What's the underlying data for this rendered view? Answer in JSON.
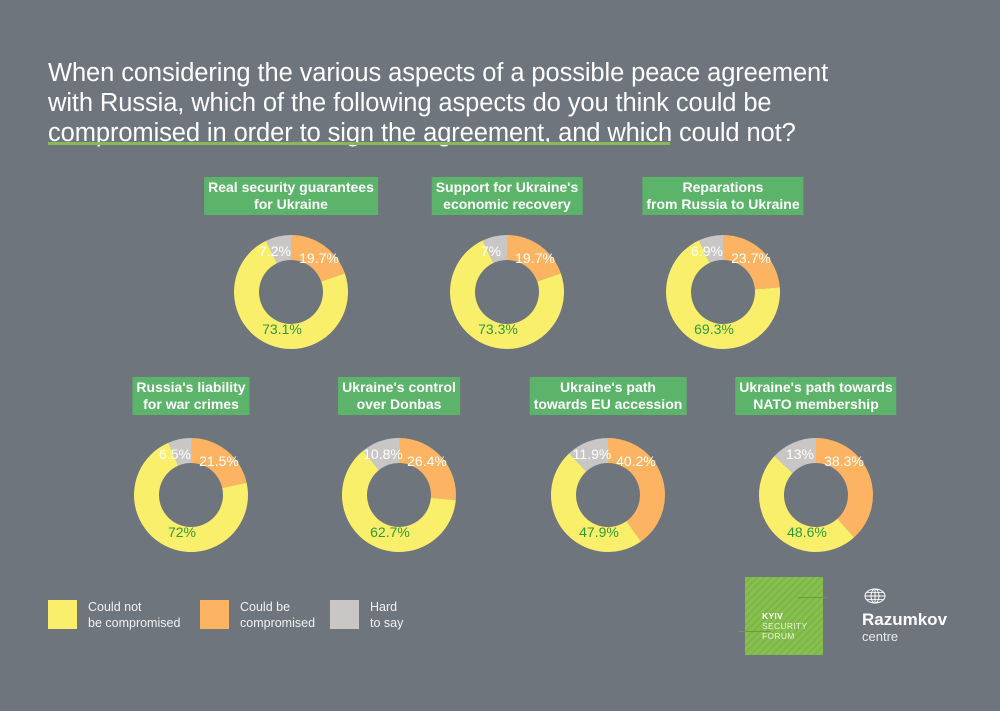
{
  "title": {
    "lines": [
      "When considering the various aspects of a possible peace agreement",
      "with Russia, which of the following aspects do you think could be",
      "compromised in order to sign the agreement, and which could not?"
    ]
  },
  "colors": {
    "background": "#6e757c",
    "could_not": "#f9ef6b",
    "could_be": "#fdb462",
    "hard_to_say": "#c9c6c6",
    "label_box": "#5cb46a",
    "underline": "#8cb85c",
    "green_text": "#2f9a3a"
  },
  "legend": {
    "items": [
      {
        "key": "could_not",
        "lines": [
          "Could not",
          "be compromised"
        ]
      },
      {
        "key": "could_be",
        "lines": [
          "Could be",
          "compromised"
        ]
      },
      {
        "key": "hard_to_say",
        "lines": [
          "Hard",
          "to say"
        ]
      }
    ]
  },
  "logos": {
    "ksf": {
      "lines": [
        "KYIV",
        "SECURITY",
        "FORUM"
      ]
    },
    "razumkov": {
      "name": "Razumkov",
      "sub": "centre"
    }
  },
  "chart_data": {
    "type": "pie",
    "variant": "donut",
    "title": "When considering the various aspects of a possible peace agreement with Russia, which of the following aspects do you think could be compromised in order to sign the agreement, and which could not?",
    "series_names": [
      "Could not be compromised",
      "Could be compromised",
      "Hard to say"
    ],
    "legend_position": "bottom-left",
    "charts": [
      {
        "title": "Real security guarantees for Ukraine",
        "title_lines": [
          "Real security guarantees",
          "for Ukraine"
        ],
        "could_not": 73.1,
        "could_be": 19.7,
        "hard_to_say": 7.2,
        "labels": {
          "could_not": "73.1%",
          "could_be": "19.7%",
          "hard_to_say": "7.2%"
        }
      },
      {
        "title": "Support for Ukraine's economic recovery",
        "title_lines": [
          "Support for Ukraine's",
          "economic recovery"
        ],
        "could_not": 73.3,
        "could_be": 19.7,
        "hard_to_say": 7.0,
        "labels": {
          "could_not": "73.3%",
          "could_be": "19.7%",
          "hard_to_say": "7%"
        }
      },
      {
        "title": "Reparations from Russia to Ukraine",
        "title_lines": [
          "Reparations",
          "from Russia to Ukraine"
        ],
        "could_not": 69.3,
        "could_be": 23.7,
        "hard_to_say": 6.9,
        "labels": {
          "could_not": "69.3%",
          "could_be": "23.7%",
          "hard_to_say": "6.9%"
        }
      },
      {
        "title": "Russia's liability for war crimes",
        "title_lines": [
          "Russia's liability",
          "for war crimes"
        ],
        "could_not": 72.0,
        "could_be": 21.5,
        "hard_to_say": 6.5,
        "labels": {
          "could_not": "72%",
          "could_be": "21.5%",
          "hard_to_say": "6.5%"
        }
      },
      {
        "title": "Ukraine's control over Donbas",
        "title_lines": [
          "Ukraine's control",
          "over Donbas"
        ],
        "could_not": 62.7,
        "could_be": 26.4,
        "hard_to_say": 10.8,
        "labels": {
          "could_not": "62.7%",
          "could_be": "26.4%",
          "hard_to_say": "10.8%"
        }
      },
      {
        "title": "Ukraine's path towards EU accession",
        "title_lines": [
          "Ukraine's path",
          "towards EU accession"
        ],
        "could_not": 47.9,
        "could_be": 40.2,
        "hard_to_say": 11.9,
        "labels": {
          "could_not": "47.9%",
          "could_be": "40.2%",
          "hard_to_say": "11.9%"
        }
      },
      {
        "title": "Ukraine's path towards NATO membership",
        "title_lines": [
          "Ukraine's path towards",
          "NATO membership"
        ],
        "could_not": 48.6,
        "could_be": 38.3,
        "hard_to_say": 13.0,
        "labels": {
          "could_not": "48.6%",
          "could_be": "38.3%",
          "hard_to_say": "13%"
        }
      }
    ]
  }
}
